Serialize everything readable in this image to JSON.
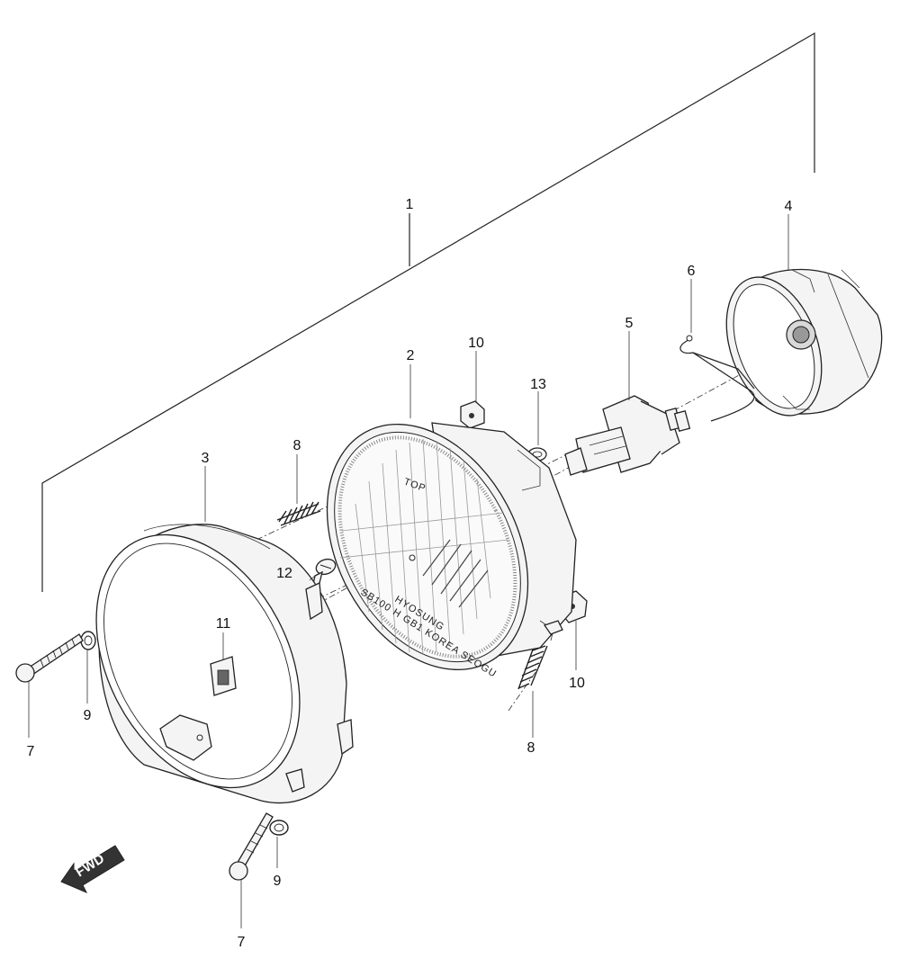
{
  "callouts": [
    {
      "id": "c1",
      "label": "1"
    },
    {
      "id": "c2",
      "label": "2"
    },
    {
      "id": "c3",
      "label": "3"
    },
    {
      "id": "c4",
      "label": "4"
    },
    {
      "id": "c5",
      "label": "5"
    },
    {
      "id": "c6",
      "label": "6"
    },
    {
      "id": "c7a",
      "label": "7"
    },
    {
      "id": "c7b",
      "label": "7"
    },
    {
      "id": "c8a",
      "label": "8"
    },
    {
      "id": "c8b",
      "label": "8"
    },
    {
      "id": "c9a",
      "label": "9"
    },
    {
      "id": "c9b",
      "label": "9"
    },
    {
      "id": "c10a",
      "label": "10"
    },
    {
      "id": "c10b",
      "label": "10"
    },
    {
      "id": "c11",
      "label": "11"
    },
    {
      "id": "c12",
      "label": "12"
    },
    {
      "id": "c13",
      "label": "13"
    }
  ],
  "lens": {
    "top_mark": "TOP",
    "brand": "HYOSUNG",
    "code_line": "SB100 H GB1 KOREA SEOGU"
  },
  "direction": {
    "label": "FWD"
  }
}
